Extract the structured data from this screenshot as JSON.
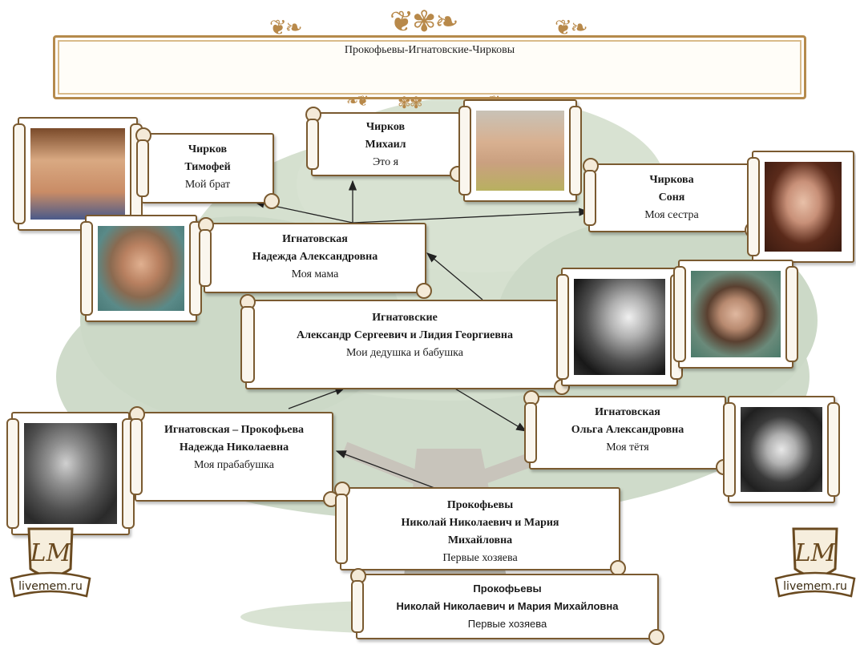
{
  "title": "Прокофьевы-Игнатовские-Чирковы",
  "cards": {
    "timofey": {
      "name1": "Чирков",
      "name2": "Тимофей",
      "role": "Мой брат"
    },
    "mikhail": {
      "name1": "Чирков",
      "name2": "Михаил",
      "role": "Это я"
    },
    "sonya": {
      "name1": "Чиркова",
      "name2": "Соня",
      "role": "Моя сестра"
    },
    "nadezhda": {
      "name1": "Игнатовская",
      "name2": "Надежда Александровна",
      "role": "Моя мама"
    },
    "grandparents": {
      "name1": "Игнатовские",
      "name2": "Александр Сергеевич и Лидия Георгиевна",
      "role": "Мои дедушка и бабушка"
    },
    "olga": {
      "name1": "Игнатовская",
      "name2": "Ольга Александровна",
      "role": "Моя тётя"
    },
    "great_grandmother": {
      "name1": "Игнатовская – Прокофьева",
      "name2": "Надежда Николаевна",
      "role": "Моя прабабушка"
    },
    "first_owners": {
      "name1": "Прокофьевы",
      "name2": "Николай Николаевич и Мария",
      "name3": "Михайловна",
      "role": "Первые хозяева"
    },
    "first_owners_copy": {
      "name1": "Прокофьевы",
      "name2": "Николай Николаевич и Мария Михайловна",
      "role": "Первые хозяева"
    }
  },
  "logo_text": "livemem.ru",
  "logo_mark": "LM",
  "colors": {
    "frame": "#7a5a30",
    "ornament": "#b8894a",
    "tree_leaves": "#a9bfa0",
    "tree_trunk": "#9c9485"
  }
}
